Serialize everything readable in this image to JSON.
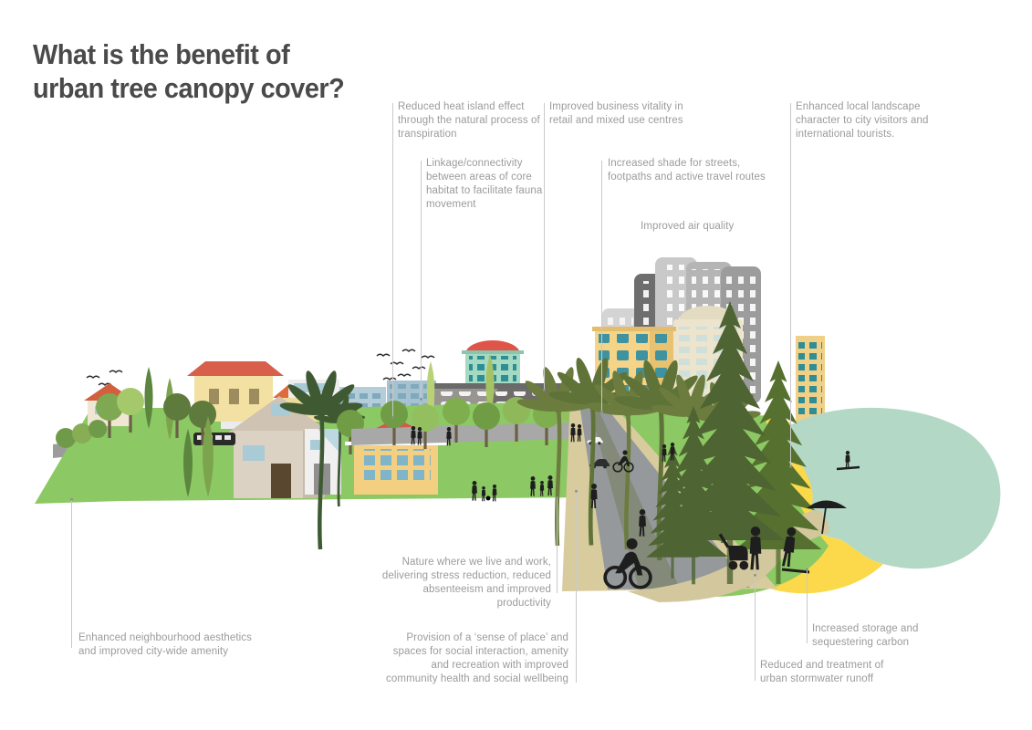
{
  "title": {
    "line1": "What is the benefit of",
    "line2": "urban tree canopy cover?"
  },
  "labels": {
    "reduced_heat": "Reduced heat island effect through the natural process of transpiration",
    "linkage": "Linkage/connectivity between areas of core habitat to facilitate fauna movement",
    "business": "Improved business vitality in retail and mixed use centres",
    "shade": "Increased shade for streets, footpaths and active travel routes",
    "air_quality": "Improved air quality",
    "landscape": "Enhanced local landscape character to city visitors and international tourists.",
    "nature": "Nature where we live and work, delivering stress reduction, reduced absenteeism and improved productivity",
    "neighbourhood": "Enhanced neighbourhood aesthetics and improved city-wide amenity",
    "provision": "Provision of a ‘sense of place’ and spaces for social interaction, amenity and recreation with improved community health and social wellbeing",
    "carbon": "Increased storage and sequestering carbon",
    "stormwater": "Reduced and treatment of urban stormwater runoff"
  },
  "palette": {
    "background": "#ffffff",
    "title_text": "#4a4a4a",
    "label_text": "#9b9b9b",
    "leader_line": "#c9c9c9",
    "grass": "#8cc863",
    "water": "#b3d8c5",
    "sand": "#fbd94b",
    "pine": "#4e6433",
    "palm": "#6b7c3e",
    "road": "#95999c",
    "path_tan": "#d8cb9d",
    "roof_red": "#d8604b",
    "teal_building": "#a4d9c2",
    "yellow_building": "#f5d387",
    "silhouette": "#1e1e1e"
  }
}
